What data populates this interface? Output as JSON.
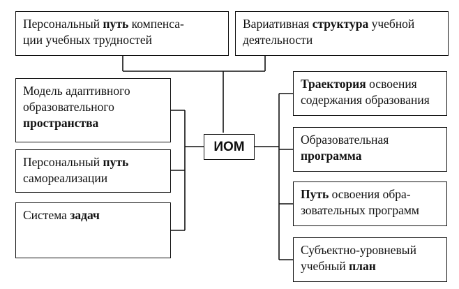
{
  "center": "ИОМ",
  "top": [
    {
      "parts": [
        {
          "t": "Персональный ",
          "b": false
        },
        {
          "t": "путь",
          "b": true
        },
        {
          "t": " компенса-",
          "b": false
        },
        {
          "br": true
        },
        {
          "t": "ции учебных трудностей",
          "b": false
        }
      ]
    },
    {
      "parts": [
        {
          "t": "Вариативная ",
          "b": false
        },
        {
          "t": "структура",
          "b": true
        },
        {
          "t": " учебной",
          "b": false
        },
        {
          "br": true
        },
        {
          "t": "деятельности",
          "b": false
        }
      ]
    }
  ],
  "left": [
    {
      "parts": [
        {
          "t": "Модель адаптивного",
          "b": false
        },
        {
          "br": true
        },
        {
          "t": "образовательного",
          "b": false
        },
        {
          "br": true
        },
        {
          "t": "пространства",
          "b": true
        }
      ]
    },
    {
      "parts": [
        {
          "t": "Персональный ",
          "b": false
        },
        {
          "t": "путь",
          "b": true
        },
        {
          "br": true
        },
        {
          "t": "самореализации",
          "b": false
        }
      ]
    },
    {
      "parts": [
        {
          "t": "Система ",
          "b": false
        },
        {
          "t": "задач",
          "b": true
        }
      ]
    }
  ],
  "right": [
    {
      "parts": [
        {
          "t": "Траектория",
          "b": true
        },
        {
          "t": " освоения",
          "b": false
        },
        {
          "br": true
        },
        {
          "t": "содержания образования",
          "b": false
        }
      ]
    },
    {
      "parts": [
        {
          "t": "Образовательная",
          "b": false
        },
        {
          "br": true
        },
        {
          "t": "программа",
          "b": true
        }
      ]
    },
    {
      "parts": [
        {
          "t": "Путь",
          "b": true
        },
        {
          "t": " освоения обра-",
          "b": false
        },
        {
          "br": true
        },
        {
          "t": "зовательных программ",
          "b": false
        }
      ]
    },
    {
      "parts": [
        {
          "t": "Субъектно-уровневый",
          "b": false
        },
        {
          "br": true
        },
        {
          "t": "учебный ",
          "b": false
        },
        {
          "t": "план",
          "b": true
        }
      ]
    }
  ]
}
